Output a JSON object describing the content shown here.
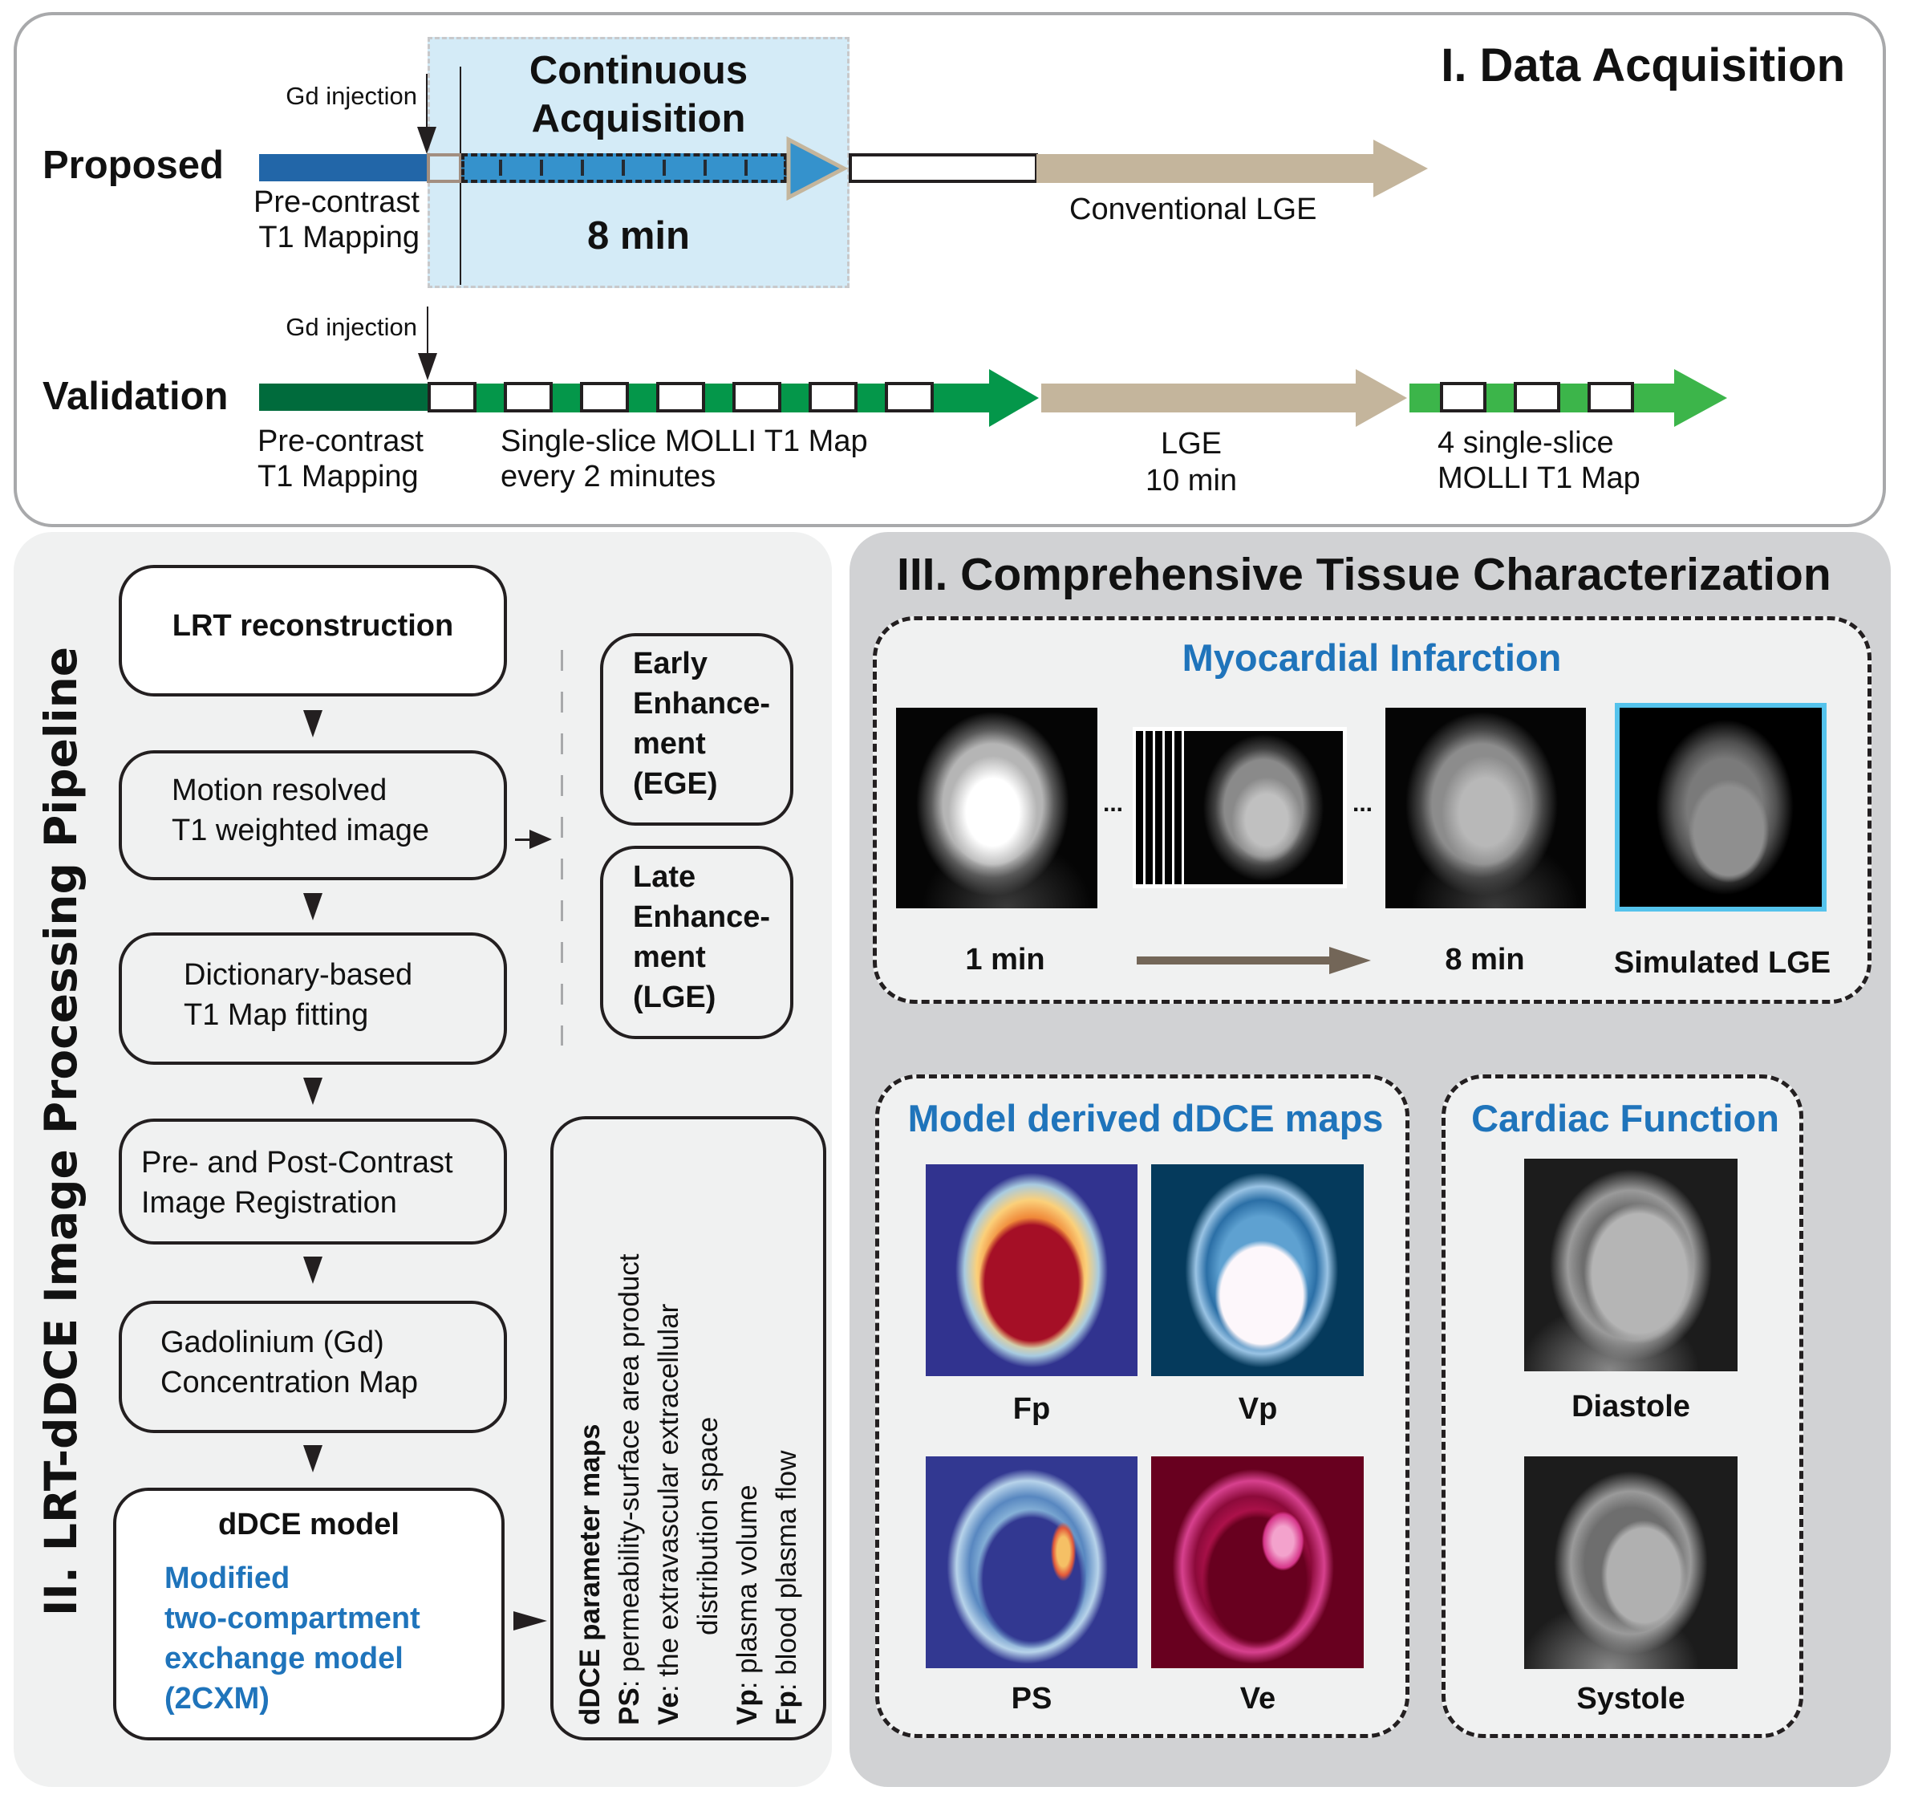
{
  "section1": {
    "title": "I. Data Acquisition",
    "proposed": {
      "label": "Proposed",
      "gd_injection": "Gd injection",
      "continuous_line1": "Continuous",
      "continuous_line2": "Acquisition",
      "duration": "8 min",
      "pre_contrast_line1": "Pre-contrast",
      "pre_contrast_line2": "T1 Mapping",
      "conventional_lge": "Conventional LGE"
    },
    "validation": {
      "label": "Validation",
      "gd_injection": "Gd injection",
      "pre_contrast_line1": "Pre-contrast",
      "pre_contrast_line2": "T1 Mapping",
      "molli_line1": "Single-slice MOLLI T1 Map",
      "molli_line2": "every 2 minutes",
      "lge_line1": "LGE",
      "lge_line2": "10 min",
      "final_line1": "4 single-slice",
      "final_line2": "MOLLI T1 Map",
      "molli_box_count": 7,
      "final_box_count": 3
    },
    "colors": {
      "proposed_dark_blue": "#2266a8",
      "proposed_mid_blue": "#3592cc",
      "acq_bg": "#d4ebf7",
      "validation_dark_green": "#006b3c",
      "validation_green": "#04974a",
      "validation_light_green": "#3cb54a",
      "tan": "#c4b59c"
    }
  },
  "section2": {
    "title": "II. LRT-dDCE Image Processing Pipeline",
    "steps": [
      {
        "line1": "LRT reconstruction"
      },
      {
        "line1": "Motion resolved",
        "line2": "T1 weighted image"
      },
      {
        "line1": "Dictionary-based",
        "line2": "T1 Map fitting"
      },
      {
        "line1": "Pre- and Post-Contrast",
        "line2": "Image Registration"
      },
      {
        "line1": "Gadolinium (Gd)",
        "line2": "Concentration Map"
      }
    ],
    "model": {
      "title": "dDCE model",
      "desc": [
        "Modified",
        "two-compartment",
        "exchange model",
        "(2CXM)"
      ]
    },
    "enhancement": [
      {
        "lines": [
          "Early",
          "Enhance-",
          "ment",
          "(EGE)"
        ]
      },
      {
        "lines": [
          "Late",
          "Enhance-",
          "ment",
          "(LGE)"
        ]
      }
    ],
    "parameters": {
      "title": "dDCE parameter maps",
      "items": [
        {
          "key": "PS",
          "desc": ": permeability-surface area product"
        },
        {
          "key": "Ve",
          "desc": ": the extravascular extracellular"
        },
        {
          "key": "",
          "desc": "distribution space"
        },
        {
          "key": "Vp",
          "desc": ": plasma volume"
        },
        {
          "key": "Fp",
          "desc": ": blood plasma flow"
        }
      ]
    }
  },
  "section3": {
    "title": "III. Comprehensive Tissue Characterization",
    "mi": {
      "title": "Myocardial Infarction",
      "ellipsis": "...",
      "start_label": "1 min",
      "end_label": "8 min",
      "sim_label": "Simulated LGE"
    },
    "ddce": {
      "title": "Model derived dDCE maps",
      "maps": [
        "Fp",
        "Vp",
        "PS",
        "Ve"
      ]
    },
    "cardiac": {
      "title": "Cardiac Function",
      "phases": [
        "Diastole",
        "Systole"
      ]
    },
    "colors": {
      "title_blue": "#1f74bb",
      "lge_frame": "#55c3ec",
      "arrow_brown": "#736658"
    }
  }
}
